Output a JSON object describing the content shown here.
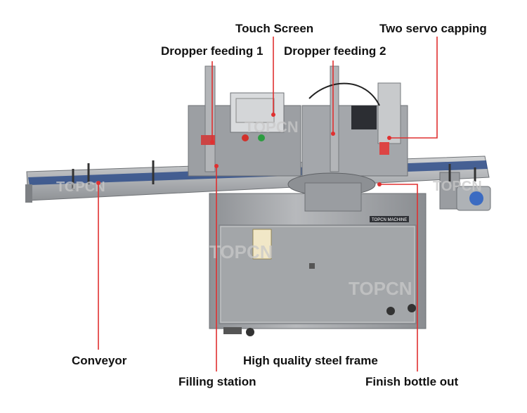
{
  "labels": {
    "touch_screen": "Touch Screen",
    "two_servo_capping": "Two servo capping",
    "dropper_feeding_1": "Dropper feeding 1",
    "dropper_feeding_2": "Dropper feeding 2",
    "conveyor": "Conveyor",
    "high_quality_steel_frame": "High quality steel frame",
    "filling_station": "Filling station",
    "finish_bottle_out": "Finish bottle out"
  },
  "watermark": "TOPCN",
  "machine_plate": "TOPCN MACHINE",
  "colors": {
    "callout_line": "#e03030",
    "steel": "#a9abae",
    "steel_dark": "#7d8084",
    "conveyor_belt": "#2f4d8a"
  }
}
